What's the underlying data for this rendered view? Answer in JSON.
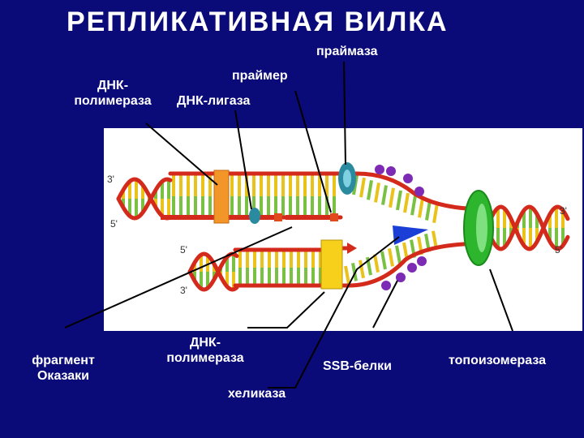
{
  "slide": {
    "title": "РЕПЛИКАТИВНАЯ  ВИЛКА"
  },
  "labels": {
    "primase": "праймаза",
    "primer": "праймер",
    "dna_polymerase_top_line1": "ДНК-",
    "dna_polymerase_top_line2": "полимераза",
    "dna_ligase": "ДНК-лигаза",
    "okazaki_line1": "фрагмент",
    "okazaki_line2": "Оказаки",
    "dna_polymerase_bottom_line1": "ДНК-",
    "dna_polymerase_bottom_line2": "полимераза",
    "helicase": "хеликаза",
    "ssb": "SSB-белки",
    "topoisomerase": "топоизомераза"
  },
  "strand_ends": {
    "top_left_3": "3'",
    "top_left_5": "5'",
    "bottom_left_5": "5'",
    "bottom_left_3": "3'",
    "right_3": "3'",
    "right_5": "5'"
  },
  "colors": {
    "background": "#0a0a78",
    "panel": "#ffffff",
    "strand_red": "#d42a1c",
    "rung_green": "#7ac143",
    "rung_yellow": "#e9c21b",
    "polymerase_orange": "#f3962a",
    "polymerase_yellow": "#f6d01a",
    "primase_teal": "#2a8aa0",
    "ssb_purple": "#7d2bb5",
    "helicase_blue": "#1b3fd6",
    "topoisomerase_green": "#2db52d",
    "pointer_line": "#000000"
  }
}
